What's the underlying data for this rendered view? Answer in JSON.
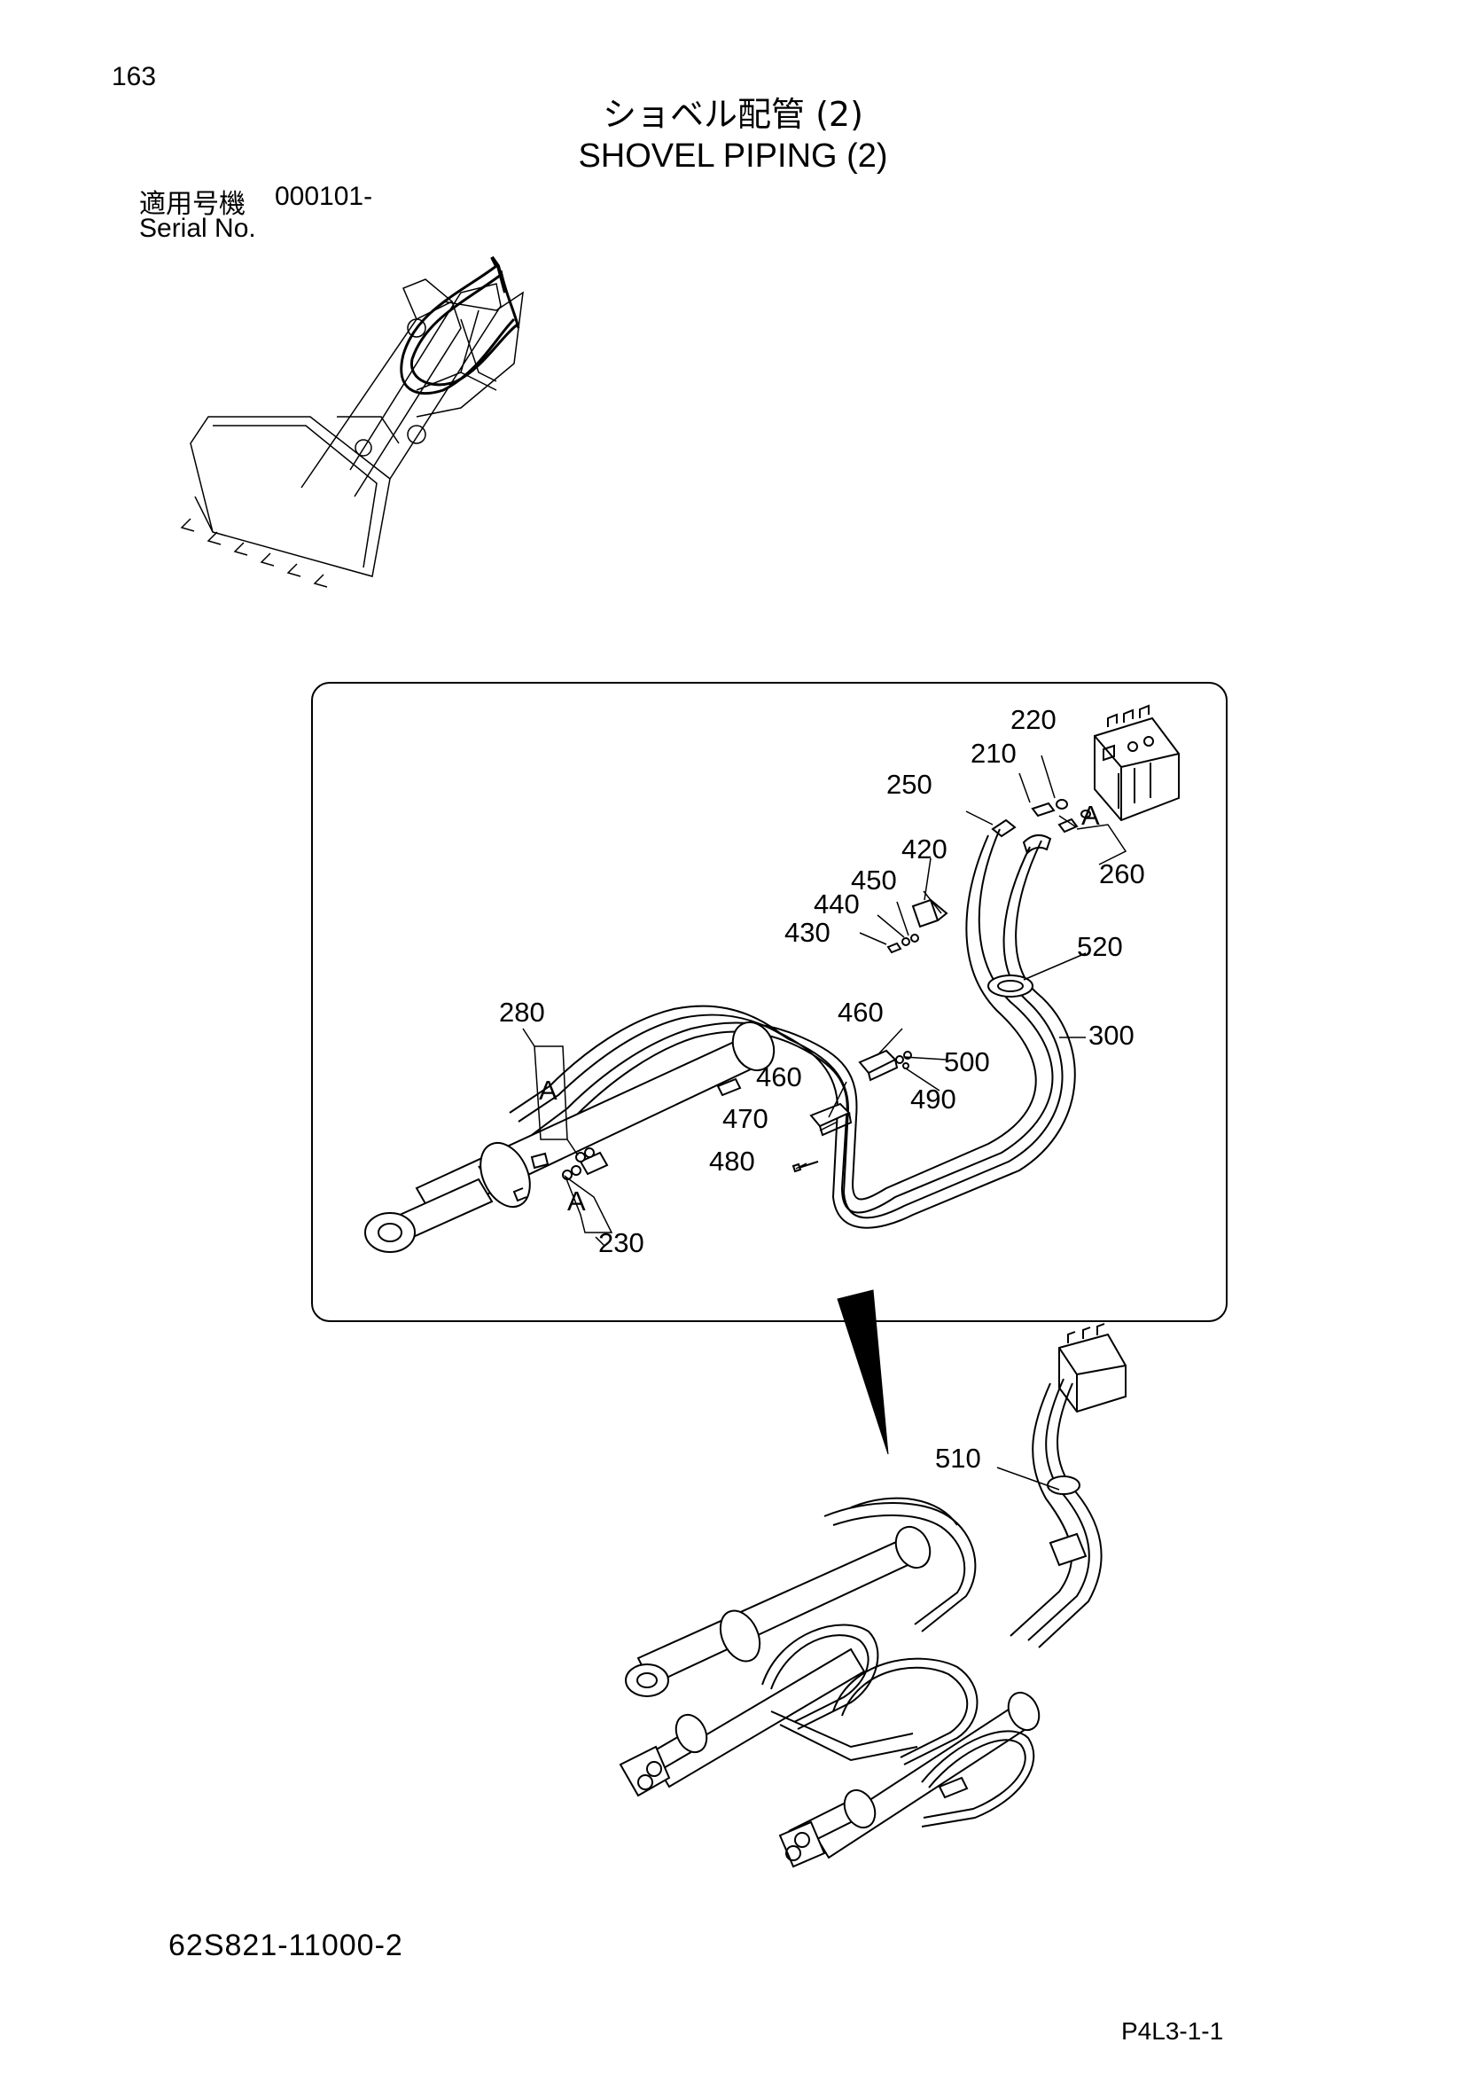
{
  "header": {
    "page_number": "163",
    "title_ja": "ショベル配管 (2)",
    "title_en": "SHOVEL PIPING (2)"
  },
  "serial": {
    "label_ja": "適用号機",
    "value": "000101-",
    "label_en": "Serial No."
  },
  "callouts": {
    "c220": "220",
    "c210": "210",
    "c250": "250",
    "c420": "420",
    "c260": "260",
    "c450": "450",
    "c440": "440",
    "c430": "430",
    "c520": "520",
    "c280": "280",
    "c460a": "460",
    "c300": "300",
    "c500": "500",
    "c460b": "460",
    "c490": "490",
    "c470": "470",
    "c480": "480",
    "c230": "230",
    "c510": "510",
    "view_a_1": "A",
    "view_a_2": "A",
    "view_a_3": "A"
  },
  "footer": {
    "drawing_number": "62S821-11000-2",
    "page_code": "P4L3-1-1"
  },
  "colors": {
    "line": "#000000",
    "background": "#ffffff"
  }
}
